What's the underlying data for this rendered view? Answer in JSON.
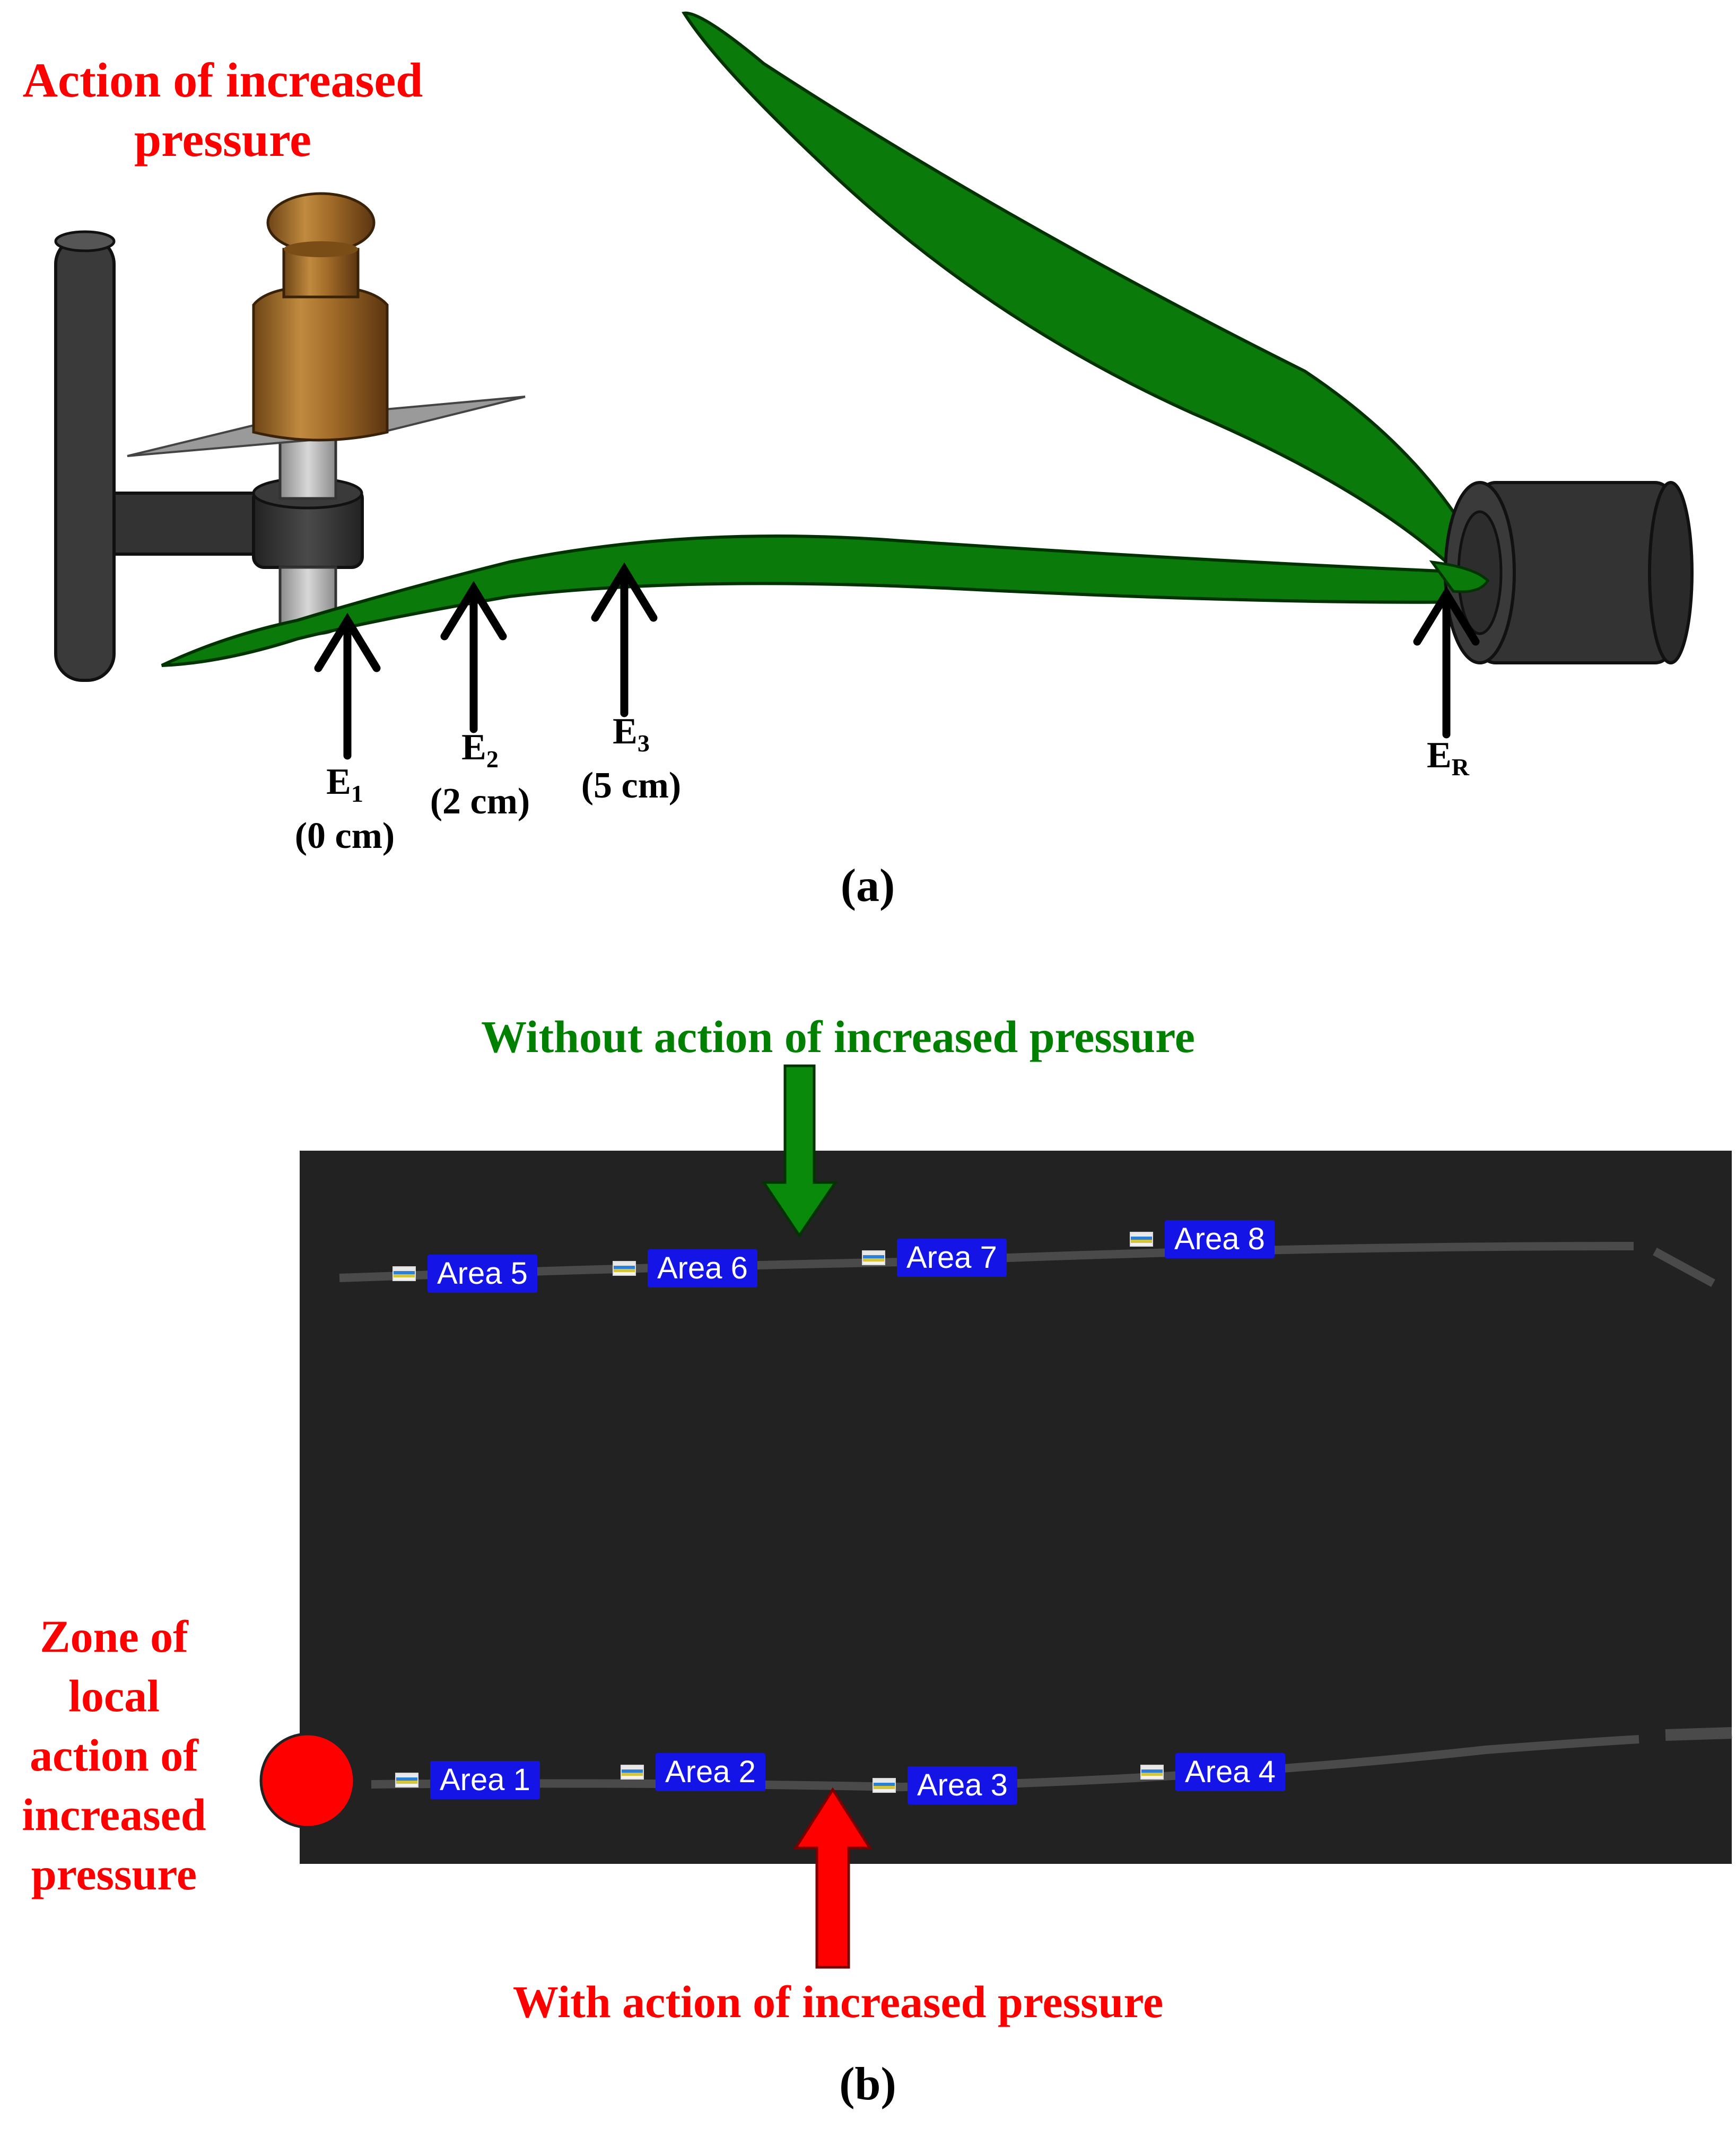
{
  "panel_a": {
    "title": "Action of increased pressure",
    "electrodes": [
      {
        "name": "E",
        "sub": "1",
        "distance": "(0 cm)"
      },
      {
        "name": "E",
        "sub": "2",
        "distance": "(2 cm)"
      },
      {
        "name": "E",
        "sub": "3",
        "distance": "(5 cm)"
      },
      {
        "name": "E",
        "sub": "R",
        "distance": ""
      }
    ],
    "caption": "(a)"
  },
  "panel_b": {
    "top_label": "Without action of increased pressure",
    "bottom_label": "With action of increased pressure",
    "zone_label": [
      "Zone of",
      "local",
      "action of",
      "increased",
      "pressure"
    ],
    "areas_top": [
      "Area 5",
      "Area 6",
      "Area 7",
      "Area 8"
    ],
    "areas_bottom": [
      "Area 1",
      "Area 2",
      "Area 3",
      "Area 4"
    ],
    "caption": "(b)"
  },
  "colors": {
    "leaf": "#0a7a0a",
    "leaf_outline": "#003300",
    "stand": "#3a3a3a",
    "weight": "#a7712b",
    "thermal_bg": "#222222",
    "area_box": "#1414e6",
    "red": "#ff0000",
    "green_text": "#008000"
  }
}
